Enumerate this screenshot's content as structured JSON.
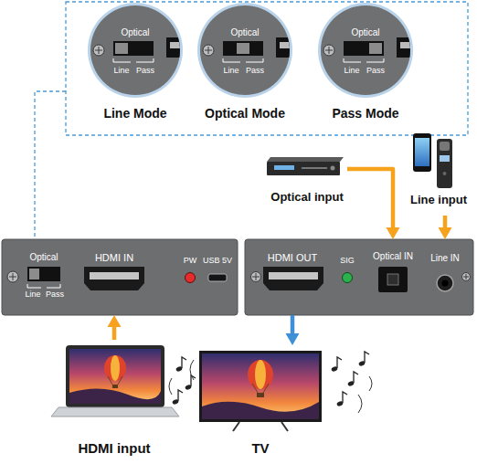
{
  "diagram": {
    "nodes": [
      {
        "text": [
          "Optical",
          "Line",
          "Pass",
          "Line Mode"
        ]
      },
      {
        "text": [
          "Optical",
          "Line",
          "Pass",
          "Optical Mode"
        ]
      },
      {
        "text": [
          "Optical",
          "Line",
          "Pass",
          "Pass Mode"
        ]
      },
      {
        "text": [
          "Optical input"
        ]
      },
      {
        "text": [
          "Line input"
        ]
      },
      {
        "text": [
          "Optical",
          "Line",
          "Pass",
          "HDMI IN",
          "PW",
          "USB 5V"
        ]
      },
      {
        "text": [
          "HDMI OUT",
          "SIG",
          "Optical IN",
          "Line IN"
        ]
      },
      {
        "text": [
          "HDMI input"
        ]
      },
      {
        "text": [
          "TV"
        ]
      }
    ],
    "edges": [
      {
        "from": 7,
        "to": 5,
        "arrow": "to"
      },
      {
        "from": 3,
        "to": 6,
        "arrow": "to"
      },
      {
        "from": 4,
        "to": 6,
        "arrow": "to"
      },
      {
        "from": 6,
        "to": 8,
        "arrow": "to"
      }
    ]
  }
}
